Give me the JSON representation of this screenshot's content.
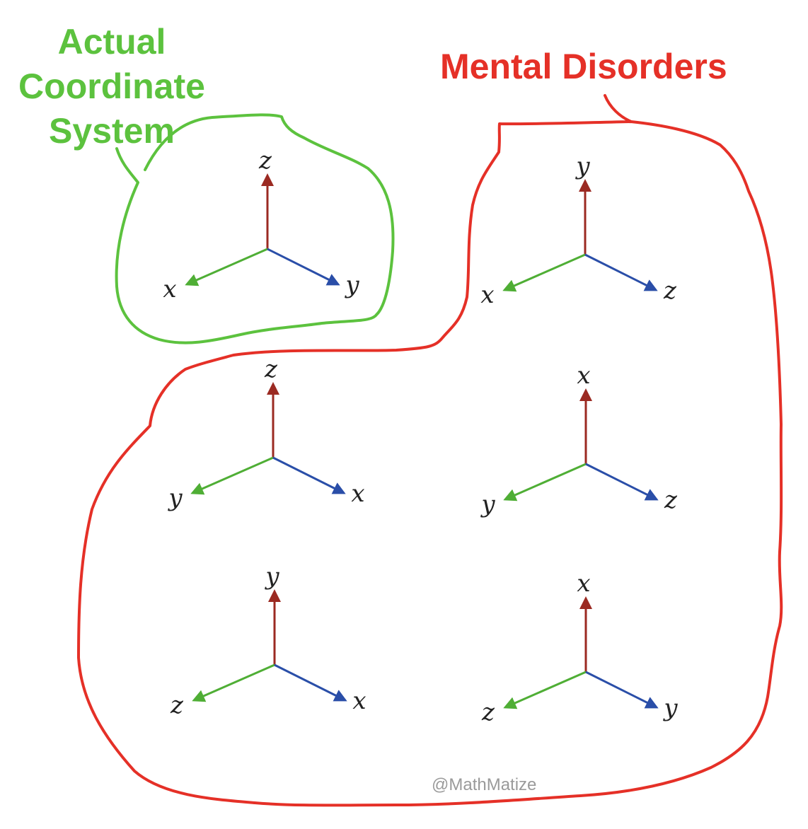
{
  "annotations": {
    "actual_label_lines": [
      "Actual",
      "Coordinate",
      "System"
    ],
    "mental_label": "Mental Disorders",
    "watermark": "@MathMatize"
  },
  "colors": {
    "up_axis": "#9b2a22",
    "left_axis": "#4fae35",
    "right_axis": "#2a4ea8",
    "green_outline": "#5cc23e",
    "red_outline": "#e53027"
  },
  "systems": [
    {
      "name": "actual",
      "up": "z",
      "left": "x",
      "right": "y"
    },
    {
      "name": "disorder-1",
      "up": "y",
      "left": "x",
      "right": "z"
    },
    {
      "name": "disorder-2",
      "up": "z",
      "left": "y",
      "right": "x"
    },
    {
      "name": "disorder-3",
      "up": "x",
      "left": "y",
      "right": "z"
    },
    {
      "name": "disorder-4",
      "up": "y",
      "left": "z",
      "right": "x"
    },
    {
      "name": "disorder-5",
      "up": "x",
      "left": "z",
      "right": "y"
    }
  ]
}
